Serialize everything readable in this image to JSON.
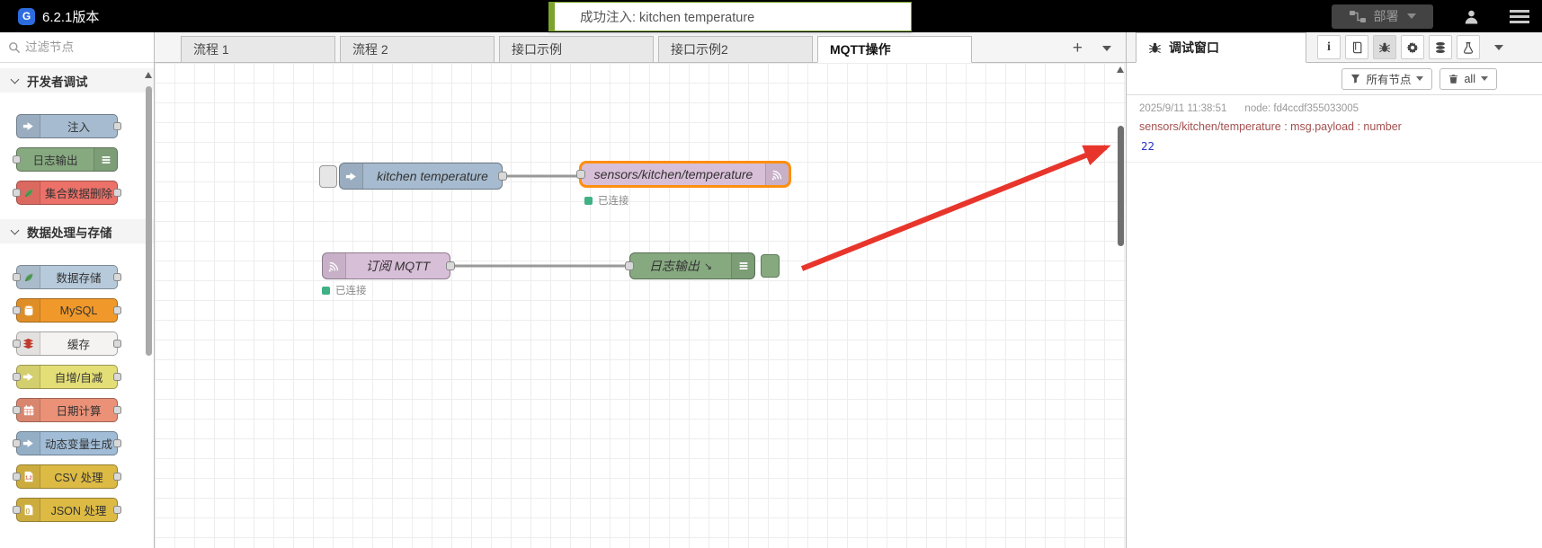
{
  "header": {
    "app_badge": "G",
    "version": "6.2.1版本",
    "toast_message": "成功注入: kitchen temperature",
    "deploy_label": "部署"
  },
  "palette": {
    "search_placeholder": "过滤节点",
    "sections": [
      {
        "title": "开发者调试",
        "nodes": [
          {
            "label": "注入",
            "icon": "inject-arrow-icon",
            "color": "#a6bbcf",
            "ports": "right"
          },
          {
            "label": "日志输出",
            "icon": "debug-lines-icon",
            "color": "#87a980",
            "ports": "left"
          },
          {
            "label": "集合数据删除",
            "icon": "mongodb-leaf-icon",
            "color": "#ec7168",
            "ports": "both"
          }
        ]
      },
      {
        "title": "数据处理与存储",
        "nodes": [
          {
            "label": "数据存储",
            "icon": "mongodb-leaf-icon",
            "color": "#b7cadb",
            "ports": "both"
          },
          {
            "label": "MySQL",
            "icon": "database-cylinder-icon",
            "color": "#f0992a",
            "ports": "both"
          },
          {
            "label": "缓存",
            "icon": "redis-stack-icon",
            "color": "#f4f3f1",
            "ports": "both"
          },
          {
            "label": "自增/自减",
            "icon": "inject-arrow-icon",
            "color": "#e4de77",
            "ports": "both"
          },
          {
            "label": "日期计算",
            "icon": "calendar-icon",
            "color": "#ea9178",
            "ports": "both"
          },
          {
            "label": "动态变量生成",
            "icon": "inject-arrow-icon",
            "color": "#a0bcd6",
            "ports": "both"
          },
          {
            "label": "CSV 处理",
            "icon": "csv-file-icon",
            "color": "#dcba44",
            "ports": "both"
          },
          {
            "label": "JSON 处理",
            "icon": "json-braces-icon",
            "color": "#dcba44",
            "ports": "both"
          }
        ]
      }
    ]
  },
  "tabs": {
    "items": [
      {
        "label": "流程 1",
        "active": false
      },
      {
        "label": "流程 2",
        "active": false
      },
      {
        "label": "接口示例",
        "active": false
      },
      {
        "label": "接口示例2",
        "active": false
      },
      {
        "label": "MQTT操作",
        "active": true
      }
    ],
    "add_label": "+"
  },
  "canvas": {
    "nodes": [
      {
        "id": "inject",
        "type": "inject",
        "label": "kitchen temperature",
        "color": "#a6bbcf",
        "icon": "inject-arrow-icon"
      },
      {
        "id": "mqtt-out",
        "type": "mqtt out",
        "label": "sensors/kitchen/temperature",
        "color": "#d8bfd8",
        "icon": "mqtt-waves-icon",
        "selected": true,
        "status": "已连接"
      },
      {
        "id": "mqtt-in",
        "type": "mqtt in",
        "label": "订阅 MQTT",
        "color": "#d8bfd8",
        "icon": "mqtt-waves-icon",
        "status": "已连接"
      },
      {
        "id": "debug",
        "type": "debug",
        "label": "日志输出",
        "suffix": "↘",
        "color": "#87a980",
        "icon": "debug-lines-icon"
      }
    ]
  },
  "debug_panel": {
    "tab_title": "调试窗口",
    "filter_label": "所有节点",
    "clear_label": "all",
    "messages": [
      {
        "timestamp": "2025/9/11 11:38:51",
        "node": "node: fd4ccdf355033005",
        "path": "sensors/kitchen/temperature : msg.payload : number",
        "value": "22"
      }
    ]
  },
  "colors": {
    "selection_orange": "#ff8f0f",
    "status_connected_green": "#3fb184",
    "toast_green": "#7ca32e",
    "wire_gray": "#999999",
    "annotation_arrow_red": "#e8352c",
    "debug_value_blue": "#2b36c3",
    "debug_path_maroon": "#a35050",
    "app_badge_blue": "#2d6cdf"
  }
}
